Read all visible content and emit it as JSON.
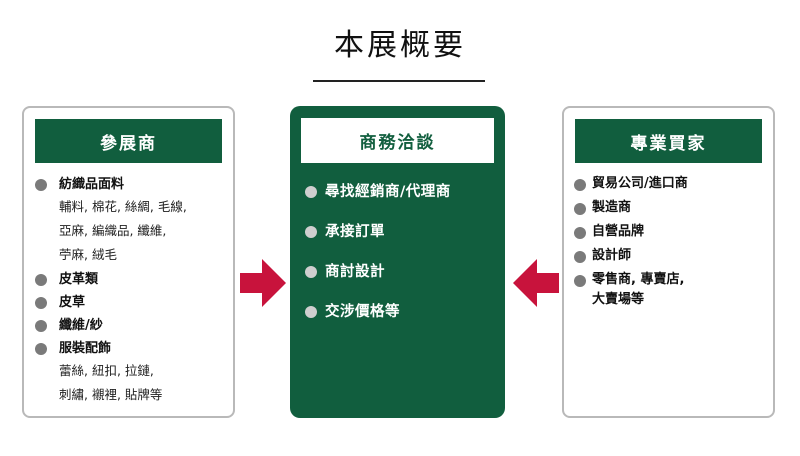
{
  "page": {
    "title": "本展概要"
  },
  "colors": {
    "brand_green": "#115e3e",
    "arrow_red": "#c8133c",
    "bullet_gray": "#7a7a7a",
    "border_gray": "#b9b9b9"
  },
  "exhibitors": {
    "heading": "參展商",
    "items": [
      {
        "label": "紡織品面料",
        "detail_lines": [
          "輔料, 棉花, 絲綢, 毛線,",
          "亞麻, 編織品, 纖維,",
          "苧麻, 絨毛"
        ]
      },
      {
        "label": "皮革類",
        "detail_lines": []
      },
      {
        "label": "皮草",
        "detail_lines": []
      },
      {
        "label": "纖維/紗",
        "detail_lines": []
      },
      {
        "label": "服裝配飾",
        "detail_lines": [
          "蕾絲, 紐扣, 拉鏈,",
          "刺繡, 襯裡, 貼牌等"
        ]
      }
    ]
  },
  "business": {
    "heading": "商務洽談",
    "items": [
      "尋找經銷商/代理商",
      "承接訂單",
      "商討設計",
      "交涉價格等"
    ]
  },
  "buyers": {
    "heading": "專業買家",
    "items": [
      {
        "label_lines": [
          "貿易公司/進口商"
        ]
      },
      {
        "label_lines": [
          "製造商"
        ]
      },
      {
        "label_lines": [
          "自營品牌"
        ]
      },
      {
        "label_lines": [
          "設計師"
        ]
      },
      {
        "label_lines": [
          "零售商, 專賣店,",
          "大賣場等"
        ]
      }
    ]
  },
  "icons": {
    "left_arrow": "arrow-right-icon",
    "right_arrow": "arrow-left-icon",
    "bullet": "circle-bullet-icon"
  }
}
